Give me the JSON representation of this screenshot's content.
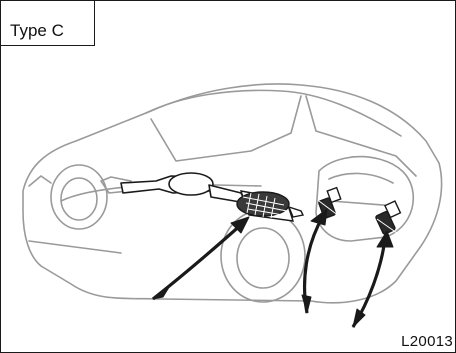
{
  "diagram": {
    "type_label": "Type C",
    "figure_code": "L20013",
    "components": [
      {
        "name": "car-body",
        "icon": "car-outline"
      },
      {
        "name": "catalytic-converter",
        "icon": "honeycomb-cylinder"
      },
      {
        "name": "oxygen-sensor-front",
        "icon": "sensor"
      },
      {
        "name": "oxygen-sensor-rear",
        "icon": "sensor"
      }
    ],
    "colors": {
      "line": "#1a1a1a",
      "ghost": "#9a9a9a",
      "fill": "#ffffff"
    }
  }
}
